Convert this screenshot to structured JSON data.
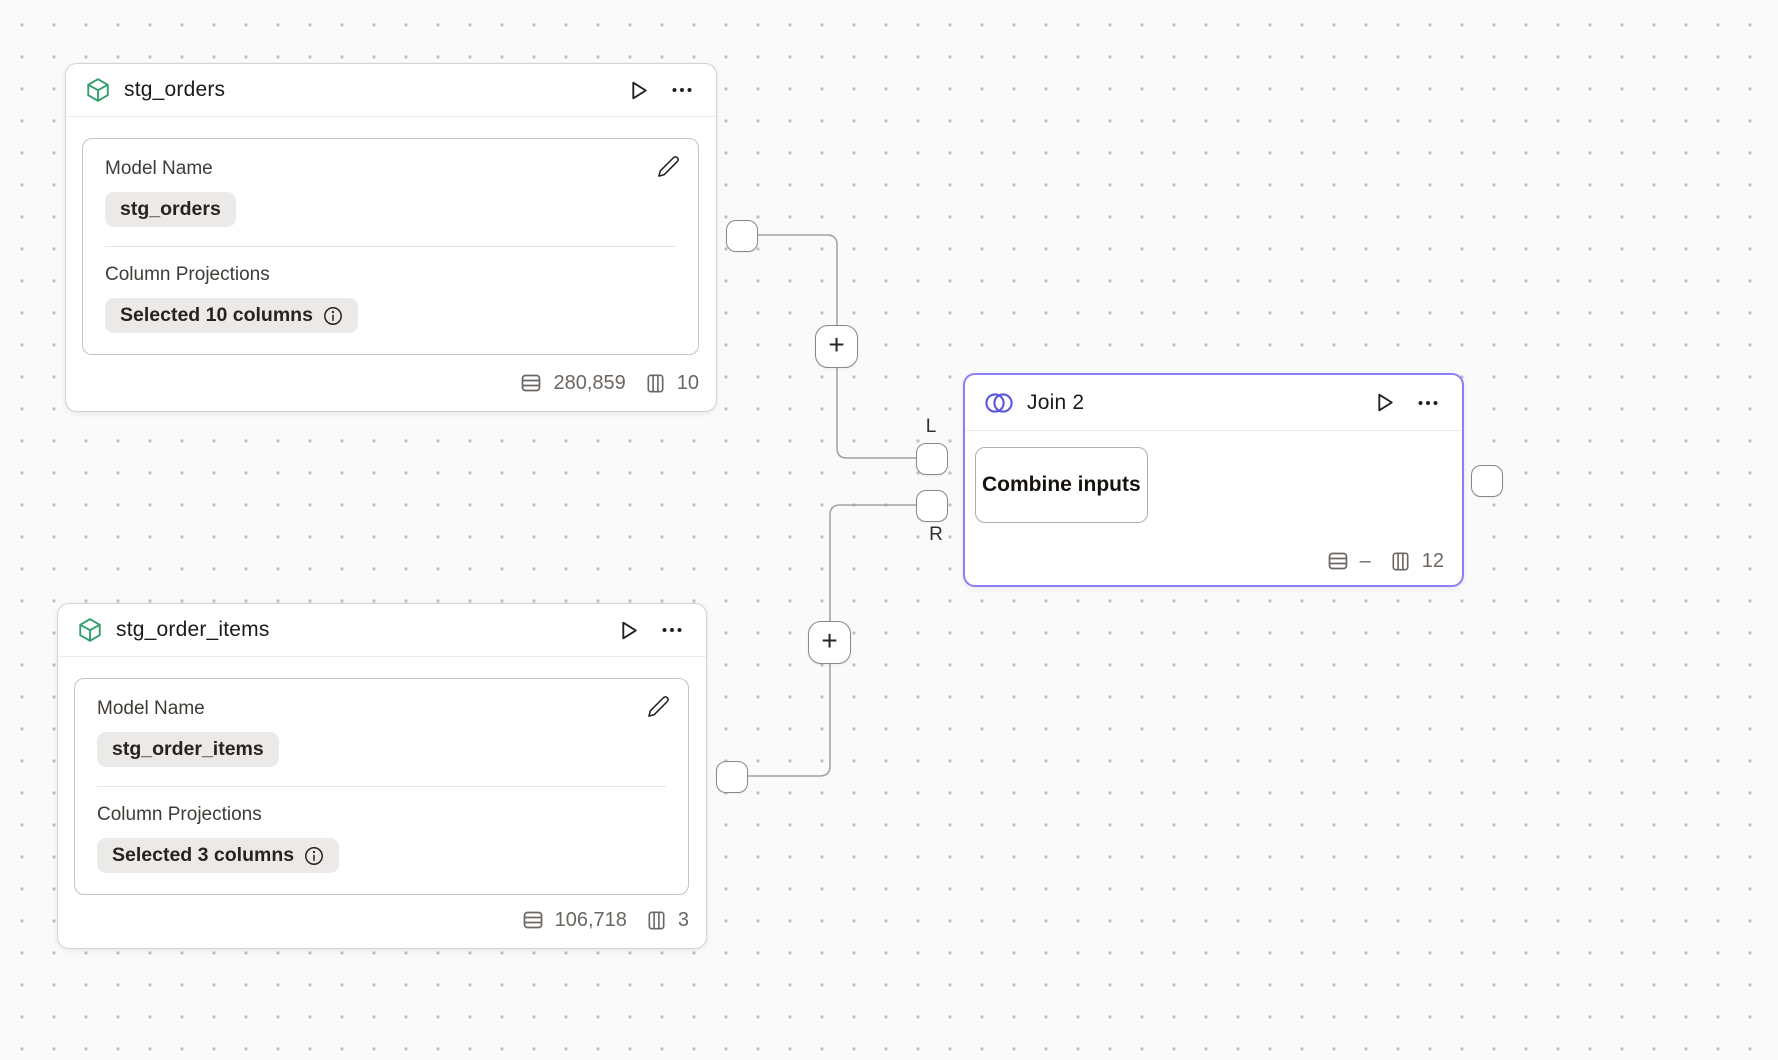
{
  "colors": {
    "model_icon_green": "#2f9e6a",
    "join_icon_purple": "#5a55dd",
    "join_border_purple": "#8b80f5",
    "edge_gray": "#a8a29c"
  },
  "connections": {
    "add_button_glyph": "+",
    "left_port_label": "L",
    "right_port_label": "R"
  },
  "nodes": {
    "stg_orders": {
      "title": "stg_orders",
      "icon": "cube-icon",
      "fields": [
        {
          "label": "Model Name",
          "value": "stg_orders"
        },
        {
          "label": "Column Projections",
          "value": "Selected 10 columns"
        }
      ],
      "row_count": "280,859",
      "column_count": "10"
    },
    "stg_order_items": {
      "title": "stg_order_items",
      "icon": "cube-icon",
      "fields": [
        {
          "label": "Model Name",
          "value": "stg_order_items"
        },
        {
          "label": "Column Projections",
          "value": "Selected 3 columns"
        }
      ],
      "row_count": "106,718",
      "column_count": "3"
    },
    "join_2": {
      "title": "Join 2",
      "icon": "join-circles-icon",
      "action_label": "Combine inputs",
      "row_count": "–",
      "column_count": "12"
    }
  }
}
